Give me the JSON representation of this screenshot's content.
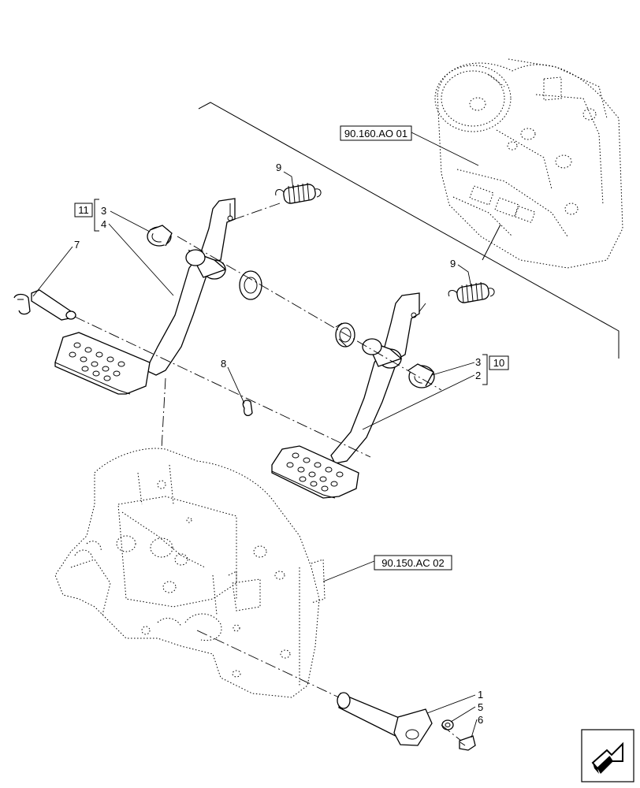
{
  "references": {
    "ref_top": "90.160.AO 01",
    "ref_bottom": "90.150.AC 02"
  },
  "groups": {
    "group_left": "11",
    "group_right": "10"
  },
  "callouts": {
    "c1": "1",
    "c2": "2",
    "c3_left": "3",
    "c3_right": "3",
    "c4": "4",
    "c5": "5",
    "c6": "6",
    "c7": "7",
    "c8": "8",
    "c9_top": "9",
    "c9_right": "9"
  },
  "icons": {
    "corner": "next-page-arrow-icon"
  }
}
